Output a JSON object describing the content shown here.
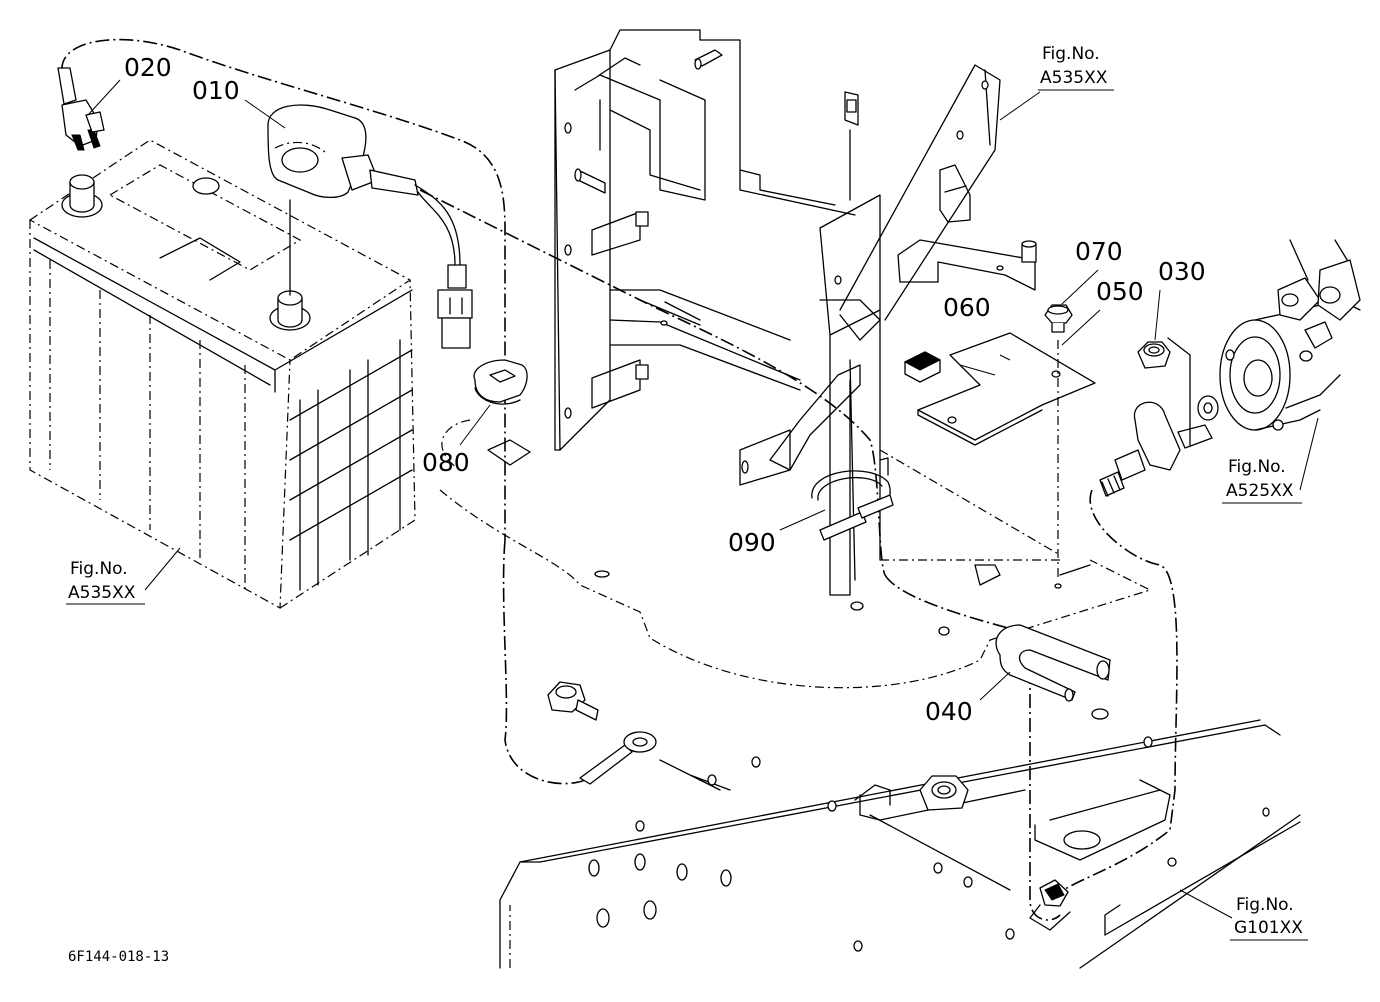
{
  "diagram": {
    "drawing_code": "6F144-018-13",
    "parts": [
      {
        "id": "010"
      },
      {
        "id": "020"
      },
      {
        "id": "030"
      },
      {
        "id": "040"
      },
      {
        "id": "050"
      },
      {
        "id": "060"
      },
      {
        "id": "070"
      },
      {
        "id": "080"
      },
      {
        "id": "090"
      }
    ],
    "figure_refs": [
      {
        "label": "Fig.No.",
        "code": "A535XX"
      },
      {
        "label": "Fig.No.",
        "code": "A535XX"
      },
      {
        "label": "Fig.No.",
        "code": "A525XX"
      },
      {
        "label": "Fig.No.",
        "code": "G101XX"
      }
    ]
  }
}
